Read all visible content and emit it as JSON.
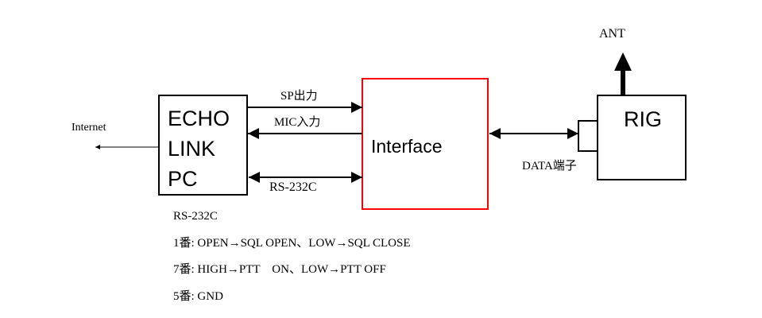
{
  "diagram": {
    "nodes": {
      "echolink_pc": {
        "lines": [
          "ECHO",
          "LINK",
          "PC"
        ]
      },
      "interface": {
        "label": "Interface",
        "border_color": "#ff0000"
      },
      "rig": {
        "label": "RIG"
      },
      "data_port": {
        "label": "DATA端子"
      }
    },
    "edges": {
      "internet": {
        "label": "Internet"
      },
      "sp_out": {
        "label": "SP出力"
      },
      "mic_in": {
        "label": "MIC入力"
      },
      "rs232c": {
        "label": "RS-232C"
      },
      "ant": {
        "label": "ANT"
      }
    },
    "notes": {
      "title": "RS-232C",
      "lines": [
        "1番: OPEN→SQL OPEN、LOW→SQL CLOSE",
        "7番: HIGH→PTT　ON、LOW→PTT OFF",
        "5番: GND"
      ]
    }
  }
}
